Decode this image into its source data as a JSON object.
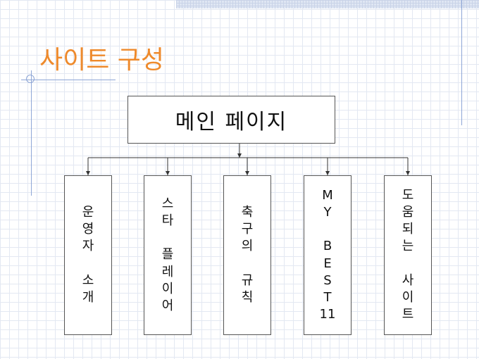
{
  "title": "사이트 구성",
  "colors": {
    "title": "#ee8a2c",
    "accent_line": "#8ea6d6",
    "grid": "#e3e8f2"
  },
  "main_page": {
    "label": "메인 페이지"
  },
  "children": [
    {
      "label": "운\n영\n자\n\n소\n개"
    },
    {
      "label": "스\n타\n\n플\n레\n이\n어"
    },
    {
      "label": "축\n구\n의\n\n규\n칙"
    },
    {
      "label": "M\nY\n\nB\nE\nS\nT\n11"
    },
    {
      "label": "도\n움\n되\n는\n\n사\n이\n트"
    }
  ]
}
